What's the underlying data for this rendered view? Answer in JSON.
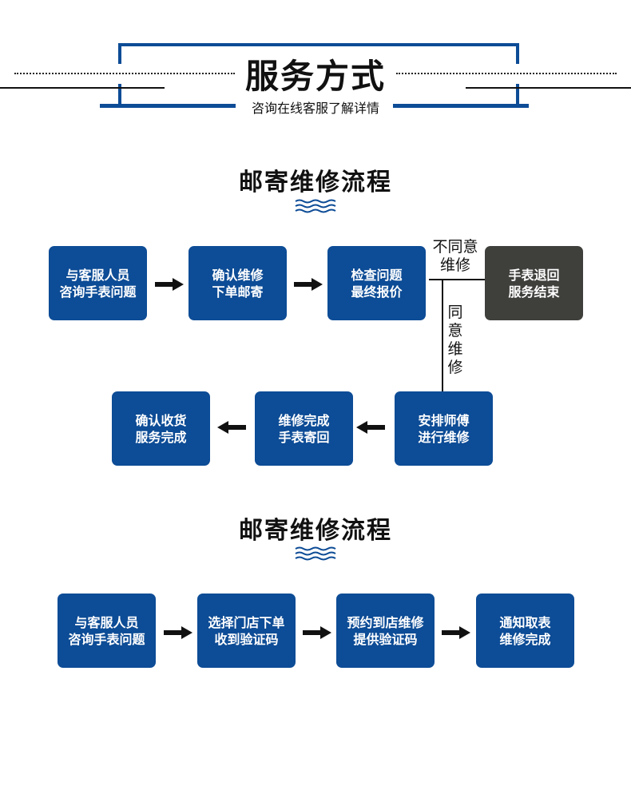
{
  "header": {
    "title": "服务方式",
    "subtitle": "咨询在线客服了解详情"
  },
  "colors": {
    "brand_blue": "#0d4c96",
    "end_gray": "#3f3f3c",
    "text": "#111111"
  },
  "mail_flow": {
    "title": "邮寄维修流程",
    "steps": [
      {
        "line1": "与客服人员",
        "line2": "咨询手表问题"
      },
      {
        "line1": "确认维修",
        "line2": "下单邮寄"
      },
      {
        "line1": "检查问题",
        "line2": "最终报价"
      },
      {
        "line1": "手表退回",
        "line2": "服务结束"
      },
      {
        "line1": "安排师傅",
        "line2": "进行维修"
      },
      {
        "line1": "维修完成",
        "line2": "手表寄回"
      },
      {
        "line1": "确认收货",
        "line2": "服务完成"
      }
    ],
    "branch_disagree": {
      "line1": "不同意",
      "line2": "维修"
    },
    "branch_agree": [
      "同",
      "意",
      "维",
      "修"
    ]
  },
  "store_flow": {
    "title": "邮寄维修流程",
    "steps": [
      {
        "line1": "与客服人员",
        "line2": "咨询手表问题"
      },
      {
        "line1": "选择门店下单",
        "line2": "收到验证码"
      },
      {
        "line1": "预约到店维修",
        "line2": "提供验证码"
      },
      {
        "line1": "通知取表",
        "line2": "维修完成"
      }
    ]
  }
}
